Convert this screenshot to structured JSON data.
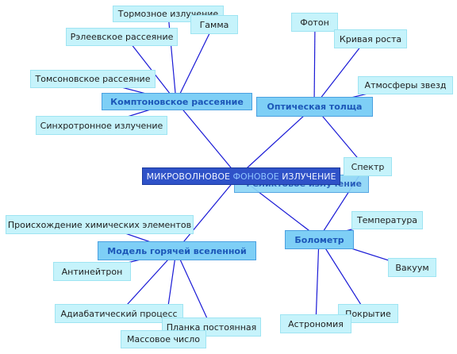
{
  "center": {
    "part1": "МИКРОВОЛНОВОЕ ",
    "part2": "ФОНОВОЕ",
    "part3": " ИЗЛУЧЕНИЕ"
  },
  "hubs": {
    "compton": "Комптоновское рассеяние",
    "optical": "Оптическая толща",
    "relic": "Реликтовое излучение",
    "hot_universe": "Модель горячей вселенной",
    "bolometer": "Болометр"
  },
  "leaves": {
    "bremsstrahlung": "Тормозное излучение",
    "gamma": "Гамма",
    "rayleigh": "Рэлеевское рассеяние",
    "thomson": "Томсоновское рассеяние",
    "synchrotron": "Синхротронное излучение",
    "photon": "Фотон",
    "growth_curve": "Кривая роста",
    "stellar_atmospheres": "Атмосферы звезд",
    "spectrum": "Спектр",
    "temperature": "Температура",
    "vacuum": "Вакуум",
    "coating": "Покрытие",
    "astronomy": "Астрономия",
    "chemical_origin": "Происхождение химических элементов",
    "antineutron": "Антинейтрон",
    "adiabatic": "Адиабатический процесс",
    "planck": "Планка постоянная",
    "mass_number": "Массовое число"
  }
}
